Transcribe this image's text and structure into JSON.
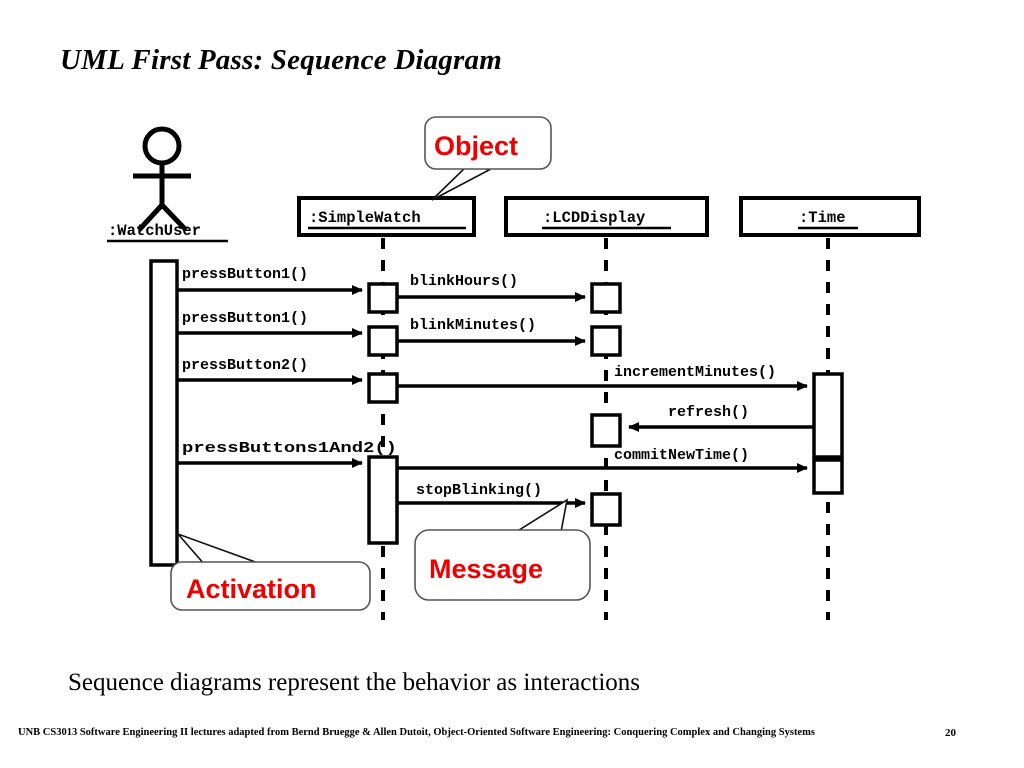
{
  "slide": {
    "title": "UML First Pass: Sequence Diagram",
    "caption": "Sequence diagrams represent the behavior as interactions",
    "footer": "UNB CS3013 Software Engineering II lectures adapted from Bernd Bruegge & Allen Dutoit, Object-Oriented Software Engineering: Conquering Complex and Changing Systems",
    "page_number": "20",
    "colors": {
      "callout_red": "#ee0000",
      "ink": "#000000",
      "background": "#ffffff"
    }
  },
  "diagram": {
    "actor": {
      "name": ":WatchUser",
      "icon": "stick-figure-actor"
    },
    "objects": [
      {
        "name": ":SimpleWatch"
      },
      {
        "name": ":LCDDisplay"
      },
      {
        "name": ":Time"
      }
    ],
    "messages": [
      {
        "label": "pressButton1()",
        "from": ":WatchUser",
        "to": ":SimpleWatch"
      },
      {
        "label": "blinkHours()",
        "from": ":SimpleWatch",
        "to": ":LCDDisplay"
      },
      {
        "label": "pressButton1()",
        "from": ":WatchUser",
        "to": ":SimpleWatch"
      },
      {
        "label": "blinkMinutes()",
        "from": ":SimpleWatch",
        "to": ":LCDDisplay"
      },
      {
        "label": "pressButton2()",
        "from": ":WatchUser",
        "to": ":SimpleWatch"
      },
      {
        "label": "incrementMinutes()",
        "from": ":SimpleWatch",
        "to": ":Time"
      },
      {
        "label": "refresh()",
        "from": ":Time",
        "to": ":LCDDisplay"
      },
      {
        "label": "pressButtons1And2()",
        "from": ":WatchUser",
        "to": ":SimpleWatch"
      },
      {
        "label": "commitNewTime()",
        "from": ":SimpleWatch",
        "to": ":Time"
      },
      {
        "label": "stopBlinking()",
        "from": ":SimpleWatch",
        "to": ":LCDDisplay"
      }
    ],
    "callouts": [
      {
        "label": "Object"
      },
      {
        "label": "Activation"
      },
      {
        "label": "Message"
      }
    ]
  }
}
